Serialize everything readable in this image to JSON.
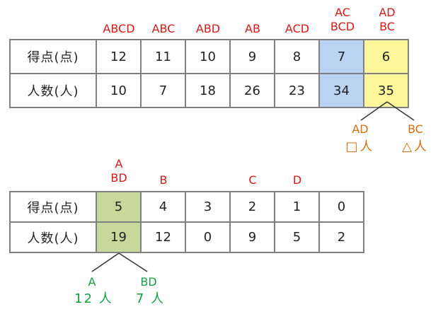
{
  "table1": {
    "headers": [
      "ABCD",
      "ABC",
      "ABD",
      "AB",
      "ACD",
      "AC\nBCD",
      "AD\nBC"
    ],
    "row_labels": [
      "得点(点)",
      "人数(人)"
    ],
    "scores": [
      "12",
      "11",
      "10",
      "9",
      "8",
      "7",
      "6"
    ],
    "counts": [
      "10",
      "7",
      "18",
      "26",
      "23",
      "34",
      "35"
    ],
    "highlight_colors": {
      "blue": "#b9d3f3",
      "yellow": "#fbf79a"
    },
    "split": {
      "left_top": "AD",
      "left_bottom": "□人",
      "right_top": "BC",
      "right_bottom": "△人"
    }
  },
  "table2": {
    "headers": [
      "A\nBD",
      "B",
      "",
      "C",
      "D",
      ""
    ],
    "row_labels": [
      "得点(点)",
      "人数(人)"
    ],
    "scores": [
      "5",
      "4",
      "3",
      "2",
      "1",
      "0"
    ],
    "counts": [
      "19",
      "12",
      "0",
      "9",
      "5",
      "2"
    ],
    "highlight_color": "#c6d89a",
    "split": {
      "left_top": "A",
      "left_bottom": "12 人",
      "right_top": "BD",
      "right_bottom": "7 人"
    }
  }
}
